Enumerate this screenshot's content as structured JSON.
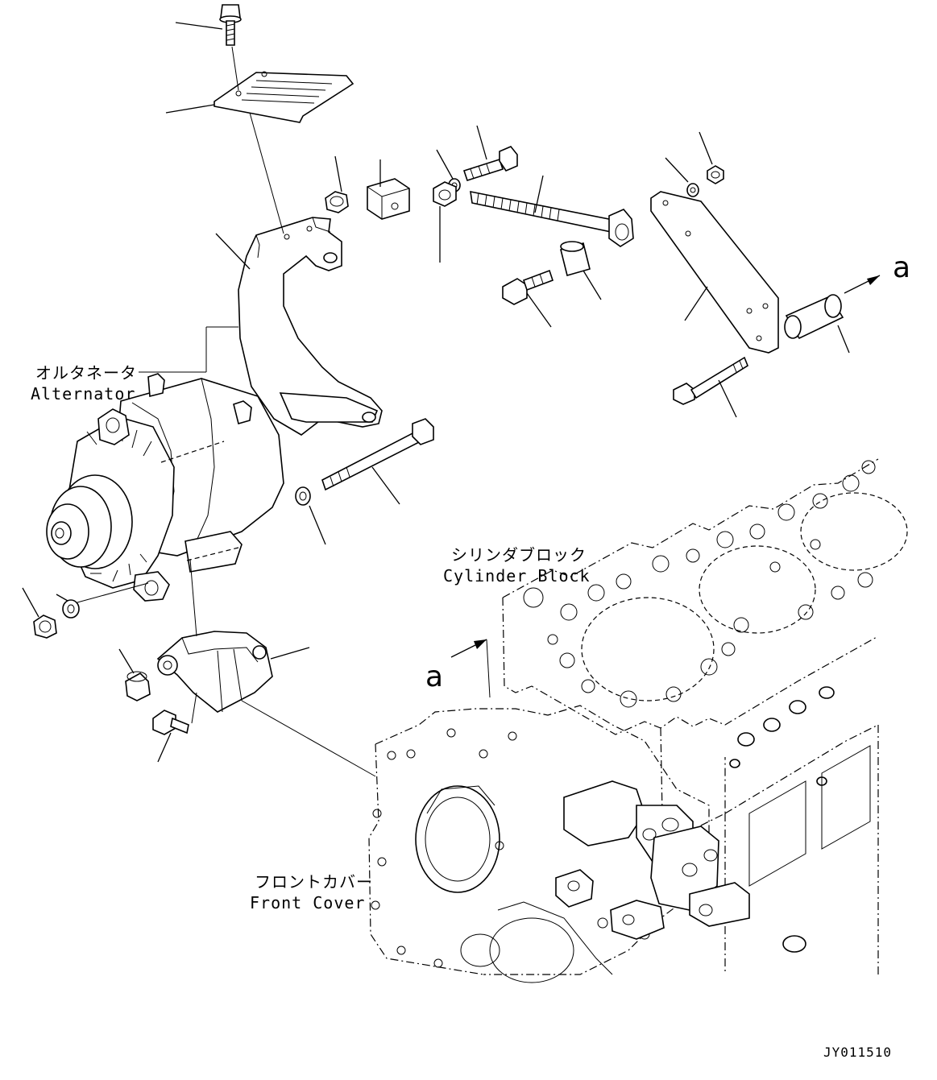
{
  "labels": {
    "alternator_jp": "オルタネータ",
    "alternator_en": "Alternator",
    "cylinder_block_jp": "シリンダブロック",
    "cylinder_block_en": "Cylinder Block",
    "front_cover_jp": "フロントカバー",
    "front_cover_en": "Front Cover",
    "view_arrow_a_right": "a",
    "view_arrow_a_left": "a"
  },
  "drawing_code": "JY011510"
}
